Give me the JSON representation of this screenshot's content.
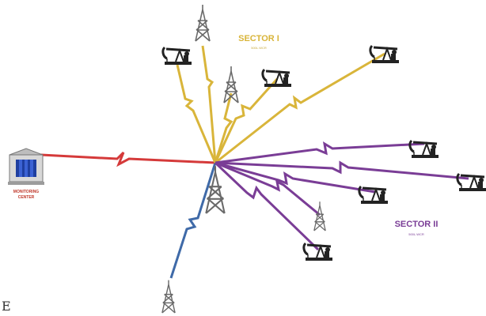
{
  "sector1": {
    "title": "SECTOR I",
    "subtitle": "500L.WCR"
  },
  "sector2": {
    "title": "SECTOR II",
    "subtitle": "500L.WCR"
  },
  "monitoring_center": {
    "line1": "MONITORING",
    "line2": "CENTER"
  },
  "stray_char": "E",
  "colors": {
    "sector1": "#d9b53a",
    "sector2": "#7a3d96",
    "monitoring_link": "#d53a3a",
    "south_link": "#3f6aa8",
    "tower": "#6a6a6a",
    "pump": "#222222",
    "monitoring_label": "#c0392b"
  }
}
